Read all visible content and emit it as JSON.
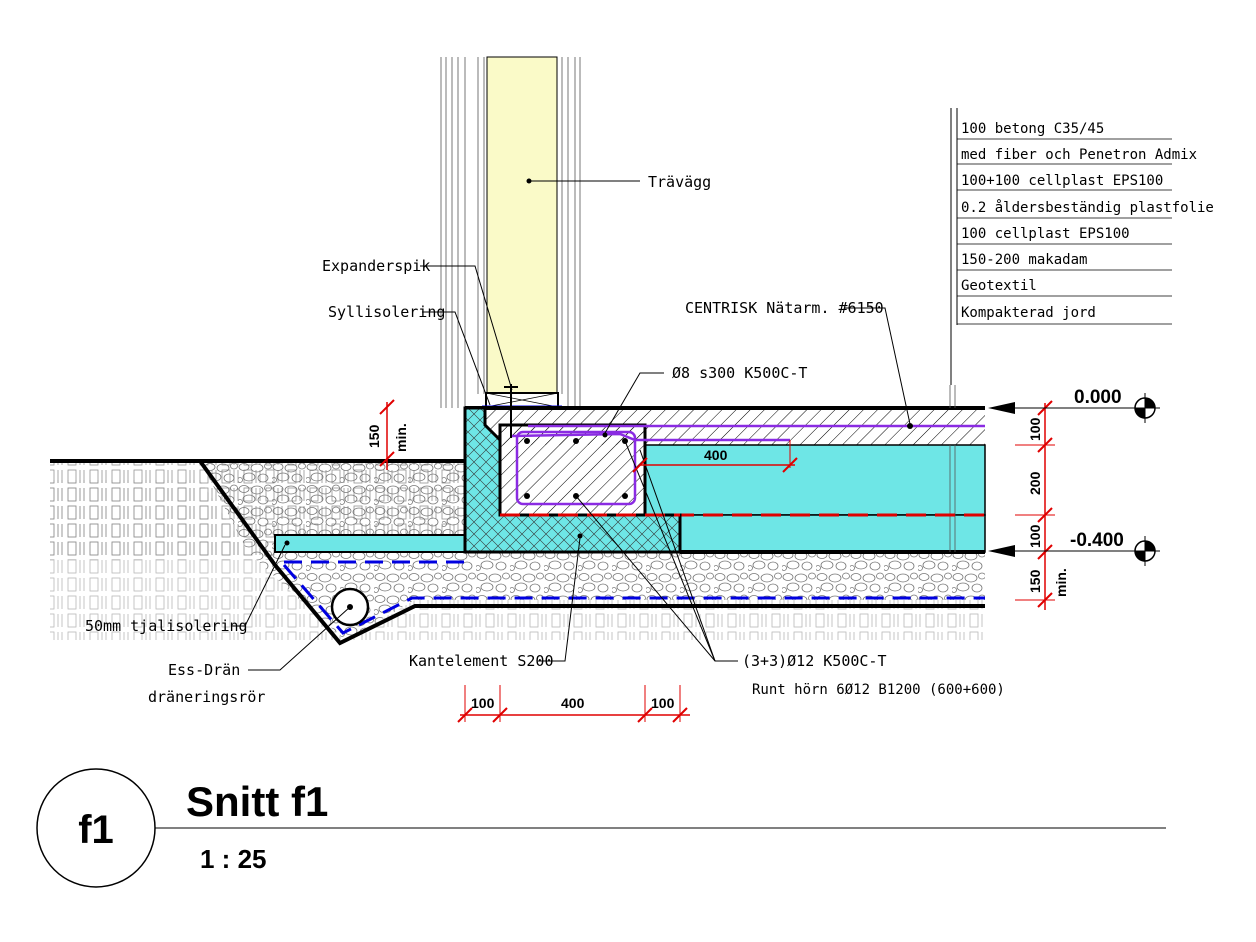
{
  "labels": {
    "travagg": "Trävägg",
    "expanderspik": "Expanderspik",
    "syllisolering": "Syllisolering",
    "natarm": "CENTRISK Nätarm. #6150",
    "rebar_top": "Ø8 s300 K500C-T",
    "tjalisolering": "50mm tjalisolering",
    "ess_dran": "Ess-Drän",
    "draneringsror": "dräneringsrör",
    "kantelement": "Kantelement S200",
    "rebar_main": "(3+3)Ø12 K500C-T",
    "rebar_corner": "Runt hörn 6Ø12 B1200 (600+600)"
  },
  "layers": [
    "100 betong C35/45",
    "med fiber och Penetron Admix",
    "100+100 cellplast EPS100",
    "0.2 åldersbeständig plastfolie",
    "100 cellplast EPS100",
    "150-200 makadam",
    "Geotextil",
    "Kompakterad jord"
  ],
  "dimensions": {
    "left_150": "150",
    "left_min": "min.",
    "beam_400": "400",
    "right_100a": "100",
    "right_200": "200",
    "right_100b": "100",
    "right_150": "150",
    "right_min": "min.",
    "bottom_100a": "100",
    "bottom_400": "400",
    "bottom_100b": "100"
  },
  "levels": {
    "top": "0.000",
    "bottom": "-0.400"
  },
  "title_block": {
    "tag": "f1",
    "title": "Snitt f1",
    "scale": "1 : 25"
  },
  "colors": {
    "insulation": "#6ee6e6",
    "wood": "#fafac8",
    "rebar": "#8a2be2",
    "dimension": "#e00000",
    "foil": "#0000e0",
    "membrane": "#e00000"
  }
}
